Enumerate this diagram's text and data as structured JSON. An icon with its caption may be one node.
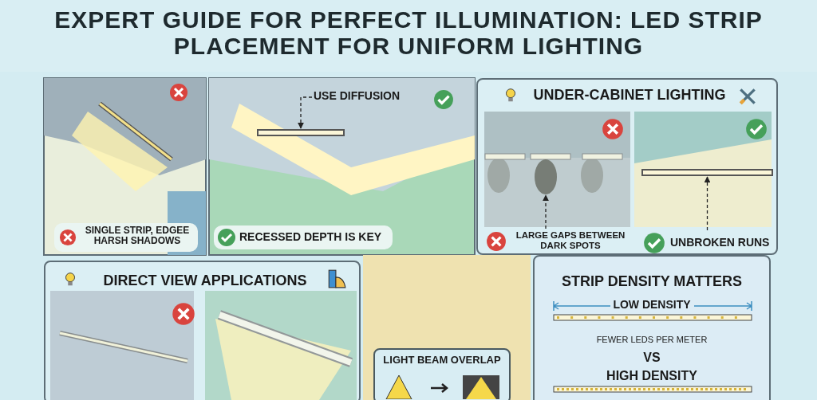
{
  "diagram": {
    "title": "EXPERT GUIDE FOR PERFECT ILLUMINATION: LED STRIP PLACEMENT FOR UNIFORM LIGHTING",
    "nodes": [
      {
        "text": [
          "SINGLE STRIP, EDGEE HARSH SHADOWS"
        ]
      },
      {
        "text": [
          "RECESSED DEPTH IS KEY"
        ]
      },
      {
        "text": [
          "USE DIFFUSION"
        ]
      },
      {
        "text": [],
        "shape": "bar"
      },
      {
        "text": [
          "UNDER-CABINET LIGHTING"
        ]
      },
      {
        "text": [
          "LARGE GAPS BETWEEN DARK SPOTS"
        ],
        "in": 4
      },
      {
        "text": [],
        "shape": "circle",
        "in": 4
      },
      {
        "text": [
          "UNBROKEN RUNS"
        ],
        "in": 4
      },
      {
        "text": [],
        "shape": "bar",
        "in": 4
      },
      {
        "text": [
          "DIRECT VIEW APPLICATIONS"
        ]
      },
      {
        "text": [
          "LIGHT BEAM OVERLAP"
        ]
      },
      {
        "text": [
          "STRIP DENSITY MATTERS",
          "LOW DENSITY",
          "FEWER LEDS PER METER",
          "VS",
          "HIGH DENSITY"
        ]
      }
    ],
    "edges": [
      {
        "from": 2,
        "to": 3,
        "arrow": "to",
        "style": "dashed"
      },
      {
        "from": 5,
        "to": 6,
        "arrow": "to",
        "style": "dashed"
      },
      {
        "from": 7,
        "to": 8,
        "arrow": "to",
        "style": "dashed"
      }
    ]
  }
}
